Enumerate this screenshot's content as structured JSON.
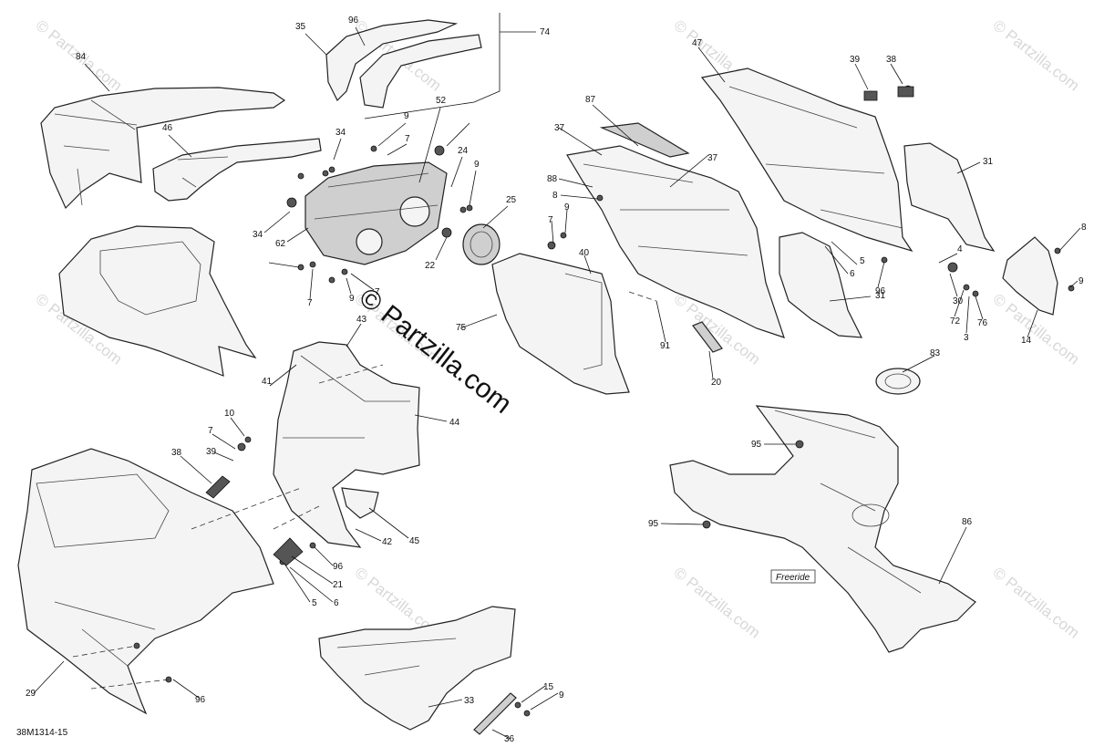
{
  "diagram": {
    "reference_code": "38M1314-15",
    "variant_label": "Freeride",
    "watermark_main": "© Partzilla.com",
    "watermark_tile": "© Partzilla.com",
    "callouts": [
      "35",
      "96",
      "74",
      "84",
      "46",
      "52",
      "9",
      "34",
      "7",
      "24",
      "9",
      "25",
      "62",
      "34",
      "22",
      "7",
      "9",
      "7",
      "43",
      "41",
      "44",
      "10",
      "7",
      "39",
      "38",
      "45",
      "42",
      "96",
      "21",
      "5",
      "6",
      "29",
      "96",
      "33",
      "15",
      "9",
      "36",
      "87",
      "37",
      "37",
      "88",
      "8",
      "7",
      "9",
      "40",
      "75",
      "91",
      "20",
      "47",
      "39",
      "38",
      "31",
      "5",
      "6",
      "96",
      "31",
      "4",
      "30",
      "72",
      "3",
      "76",
      "14",
      "8",
      "9",
      "83",
      "95",
      "95",
      "86"
    ]
  }
}
